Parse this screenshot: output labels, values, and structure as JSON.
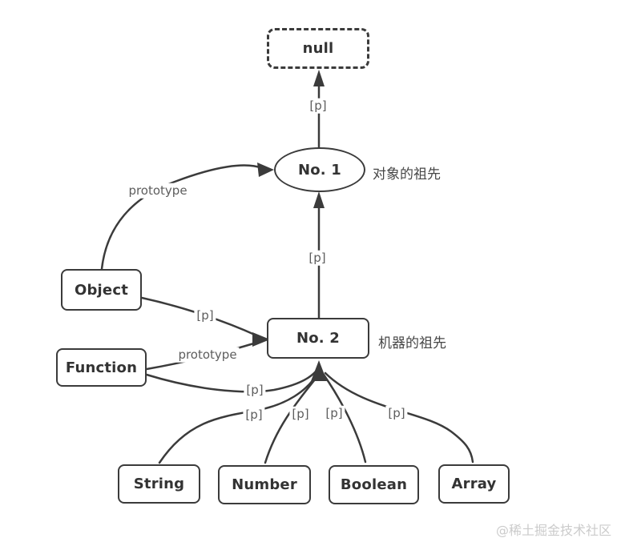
{
  "diagram": {
    "title_hint": "JavaScript prototype chain diagram",
    "colors": {
      "background": "#ffffff",
      "line": "#3b3b3b",
      "node_border": "#3b3b3b",
      "node_text": "#333333",
      "edge_label_text": "#5d5d5d",
      "annotation_text": "#474747",
      "watermark_text": "#cbcbcb"
    },
    "nodes": {
      "null_node": {
        "label": "null"
      },
      "no1": {
        "label": "No. 1",
        "annotation": "对象的祖先"
      },
      "no2": {
        "label": "No. 2",
        "annotation": "机器的祖先"
      },
      "object": {
        "label": "Object"
      },
      "function": {
        "label": "Function"
      },
      "string": {
        "label": "String"
      },
      "number": {
        "label": "Number"
      },
      "boolean": {
        "label": "Boolean"
      },
      "array": {
        "label": "Array"
      }
    },
    "edges": [
      {
        "from": "No. 1",
        "to": "null",
        "label": "[p]"
      },
      {
        "from": "No. 2",
        "to": "No. 1",
        "label": "[p]"
      },
      {
        "from": "Object",
        "to": "No. 1",
        "label": "prototype"
      },
      {
        "from": "Object",
        "to": "No. 2",
        "label": "[p]"
      },
      {
        "from": "Function",
        "to": "No. 2",
        "label": "prototype"
      },
      {
        "from": "Function",
        "to": "No. 2",
        "label": "[p]"
      },
      {
        "from": "String",
        "to": "No. 2",
        "label": "[p]"
      },
      {
        "from": "Number",
        "to": "No. 2",
        "label": "[p]"
      },
      {
        "from": "Boolean",
        "to": "No. 2",
        "label": "[p]"
      },
      {
        "from": "Array",
        "to": "No. 2",
        "label": "[p]"
      }
    ]
  },
  "watermark": {
    "text": "@稀土掘金技术社区"
  }
}
